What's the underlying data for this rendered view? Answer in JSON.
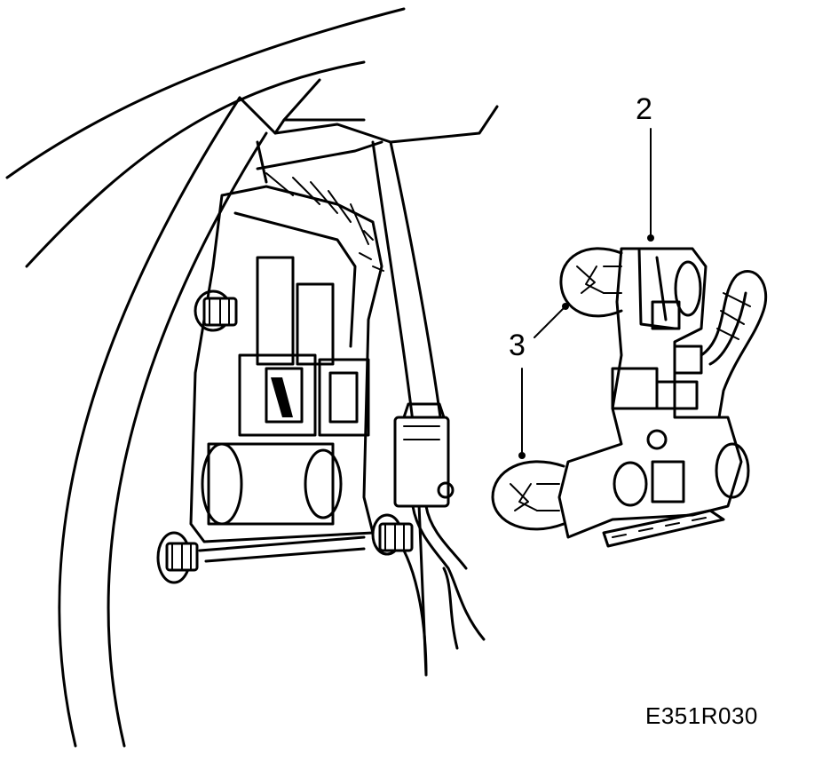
{
  "callouts": {
    "part_2": "2",
    "part_3": "3"
  },
  "figure_reference": "E351R030",
  "colors": {
    "ink": "#000000",
    "background": "#ffffff"
  }
}
